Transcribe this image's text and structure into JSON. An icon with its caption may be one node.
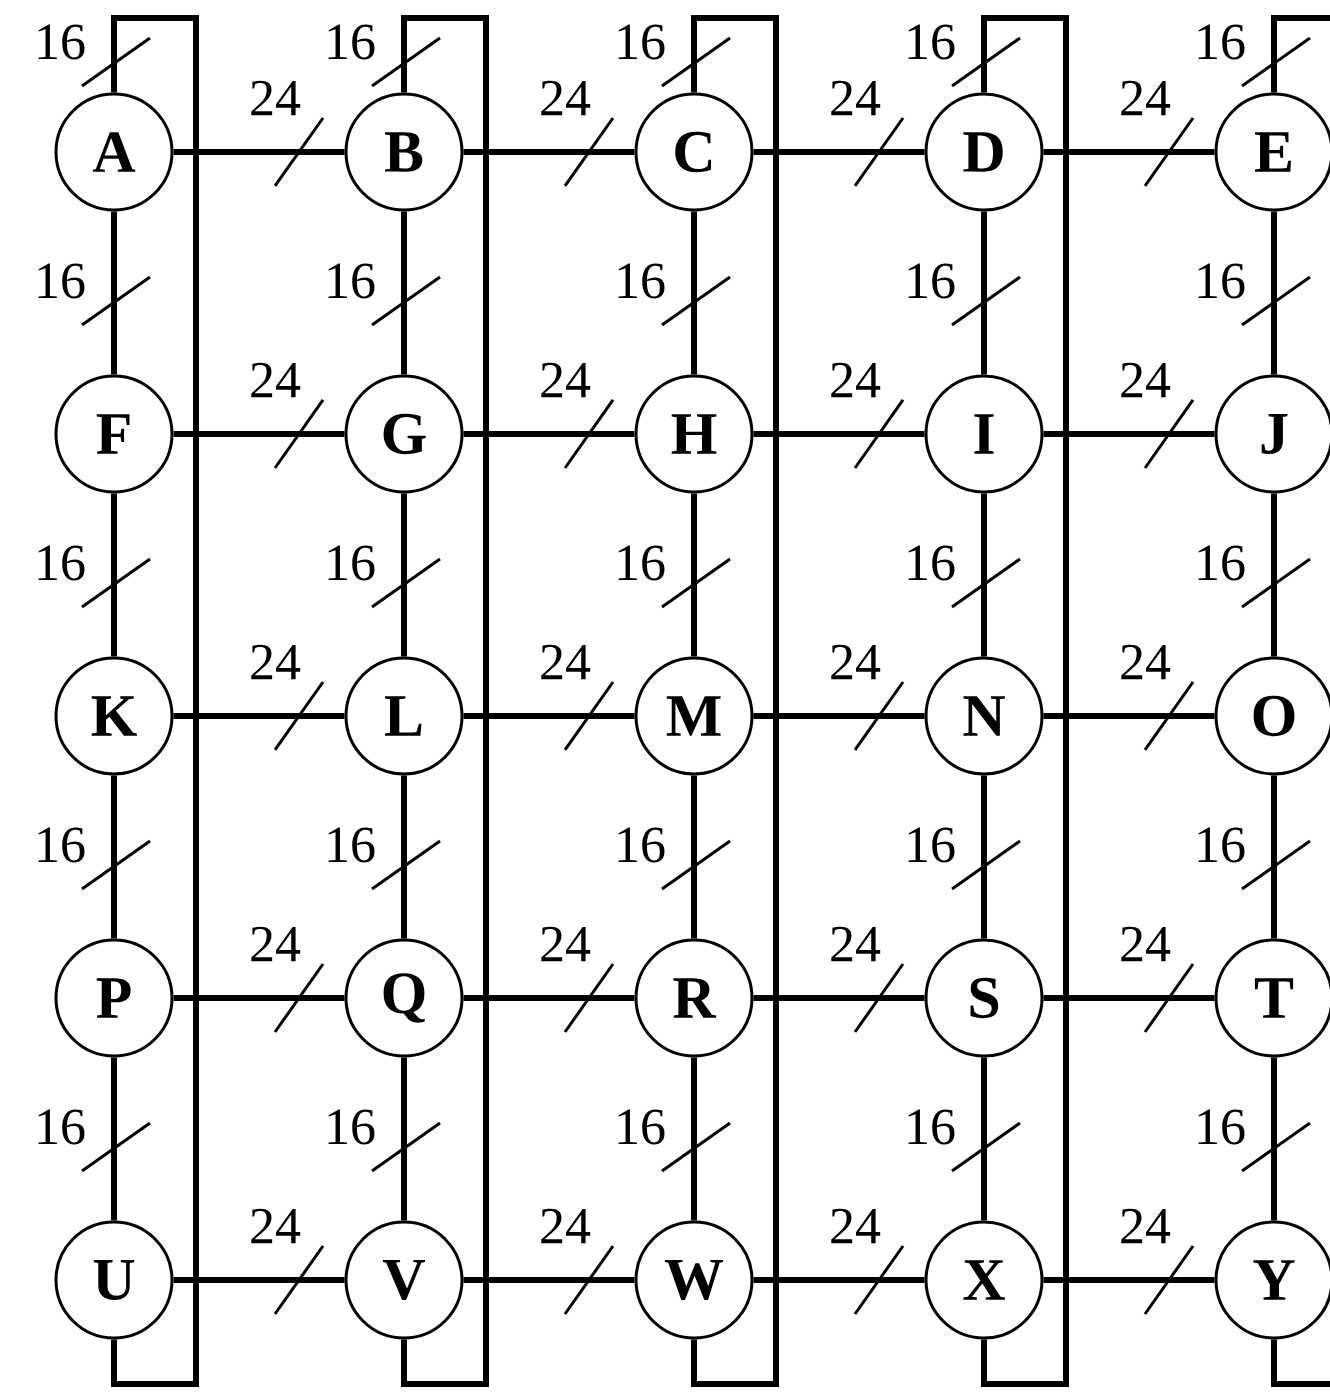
{
  "diagram": {
    "nodes": [
      {
        "text": [
          "A"
        ]
      },
      {
        "text": [
          "B"
        ]
      },
      {
        "text": [
          "C"
        ]
      },
      {
        "text": [
          "D"
        ]
      },
      {
        "text": [
          "E"
        ]
      },
      {
        "text": [
          "F"
        ]
      },
      {
        "text": [
          "G"
        ]
      },
      {
        "text": [
          "H"
        ]
      },
      {
        "text": [
          "I"
        ]
      },
      {
        "text": [
          "J"
        ]
      },
      {
        "text": [
          "K"
        ]
      },
      {
        "text": [
          "L"
        ]
      },
      {
        "text": [
          "M"
        ]
      },
      {
        "text": [
          "N"
        ]
      },
      {
        "text": [
          "O"
        ]
      },
      {
        "text": [
          "P"
        ]
      },
      {
        "text": [
          "Q"
        ]
      },
      {
        "text": [
          "R"
        ]
      },
      {
        "text": [
          "S"
        ]
      },
      {
        "text": [
          "T"
        ]
      },
      {
        "text": [
          "U"
        ]
      },
      {
        "text": [
          "V"
        ]
      },
      {
        "text": [
          "W"
        ]
      },
      {
        "text": [
          "X"
        ]
      },
      {
        "text": [
          "Y"
        ]
      }
    ],
    "edges": [
      {
        "from": 20,
        "to": 0,
        "arrow": "none",
        "label": "16"
      },
      {
        "from": 21,
        "to": 1,
        "arrow": "none",
        "label": "16"
      },
      {
        "from": 22,
        "to": 2,
        "arrow": "none",
        "label": "16"
      },
      {
        "from": 23,
        "to": 3,
        "arrow": "none",
        "label": "16"
      },
      {
        "from": 24,
        "to": 4,
        "arrow": "none",
        "label": "16"
      },
      {
        "from": 0,
        "to": 1,
        "arrow": "none",
        "label": "24"
      },
      {
        "from": 1,
        "to": 2,
        "arrow": "none",
        "label": "24"
      },
      {
        "from": 2,
        "to": 3,
        "arrow": "none",
        "label": "24"
      },
      {
        "from": 3,
        "to": 4,
        "arrow": "none",
        "label": "24"
      },
      {
        "from": 0,
        "to": 5,
        "arrow": "none",
        "label": "16"
      },
      {
        "from": 1,
        "to": 6,
        "arrow": "none",
        "label": "16"
      },
      {
        "from": 2,
        "to": 7,
        "arrow": "none",
        "label": "16"
      },
      {
        "from": 3,
        "to": 8,
        "arrow": "none",
        "label": "16"
      },
      {
        "from": 4,
        "to": 9,
        "arrow": "none",
        "label": "16"
      },
      {
        "from": 5,
        "to": 6,
        "arrow": "none",
        "label": "24"
      },
      {
        "from": 6,
        "to": 7,
        "arrow": "none",
        "label": "24"
      },
      {
        "from": 7,
        "to": 8,
        "arrow": "none",
        "label": "24"
      },
      {
        "from": 8,
        "to": 9,
        "arrow": "none",
        "label": "24"
      },
      {
        "from": 5,
        "to": 10,
        "arrow": "none",
        "label": "16"
      },
      {
        "from": 6,
        "to": 11,
        "arrow": "none",
        "label": "16"
      },
      {
        "from": 7,
        "to": 12,
        "arrow": "none",
        "label": "16"
      },
      {
        "from": 8,
        "to": 13,
        "arrow": "none",
        "label": "16"
      },
      {
        "from": 9,
        "to": 14,
        "arrow": "none",
        "label": "16"
      },
      {
        "from": 10,
        "to": 11,
        "arrow": "none",
        "label": "24"
      },
      {
        "from": 11,
        "to": 12,
        "arrow": "none",
        "label": "24"
      },
      {
        "from": 12,
        "to": 13,
        "arrow": "none",
        "label": "24"
      },
      {
        "from": 13,
        "to": 14,
        "arrow": "none",
        "label": "24"
      },
      {
        "from": 10,
        "to": 15,
        "arrow": "none",
        "label": "16"
      },
      {
        "from": 11,
        "to": 16,
        "arrow": "none",
        "label": "16"
      },
      {
        "from": 12,
        "to": 17,
        "arrow": "none",
        "label": "16"
      },
      {
        "from": 13,
        "to": 18,
        "arrow": "none",
        "label": "16"
      },
      {
        "from": 14,
        "to": 19,
        "arrow": "none",
        "label": "16"
      },
      {
        "from": 15,
        "to": 16,
        "arrow": "none",
        "label": "24"
      },
      {
        "from": 16,
        "to": 17,
        "arrow": "none",
        "label": "24"
      },
      {
        "from": 17,
        "to": 18,
        "arrow": "none",
        "label": "24"
      },
      {
        "from": 18,
        "to": 19,
        "arrow": "none",
        "label": "24"
      },
      {
        "from": 15,
        "to": 20,
        "arrow": "none",
        "label": "16"
      },
      {
        "from": 16,
        "to": 21,
        "arrow": "none",
        "label": "16"
      },
      {
        "from": 17,
        "to": 22,
        "arrow": "none",
        "label": "16"
      },
      {
        "from": 18,
        "to": 23,
        "arrow": "none",
        "label": "16"
      },
      {
        "from": 19,
        "to": 24,
        "arrow": "none",
        "label": "16"
      },
      {
        "from": 20,
        "to": 21,
        "arrow": "none",
        "label": "24"
      },
      {
        "from": 21,
        "to": 22,
        "arrow": "none",
        "label": "24"
      },
      {
        "from": 22,
        "to": 23,
        "arrow": "none",
        "label": "24"
      },
      {
        "from": 23,
        "to": 24,
        "arrow": "none",
        "label": "24"
      }
    ]
  }
}
